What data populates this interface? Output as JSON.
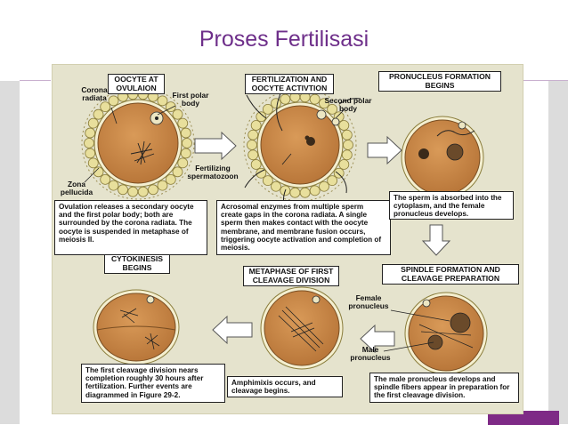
{
  "slide": {
    "title": "Proses Fertilisasi",
    "colors": {
      "title": "#6e2f8a",
      "panel": "#e5e3cd",
      "cell": "#c98a4a",
      "accent": "#7e2a86"
    }
  },
  "diagram": {
    "stages": [
      {
        "header": "OOCYTE AT OVULAION",
        "caption": "Ovulation releases a secondary oocyte and the first polar body; both are surrounded by the corona radiata. The oocyte is suspended in metaphase of meiosis II."
      },
      {
        "header": "FERTILIZATION AND OOCYTE ACTIVTION",
        "caption": "Acrosomal enzymes from multiple sperm create gaps in the corona radiata. A single sperm then makes contact with the oocyte membrane, and membrane fusion occurs, triggering oocyte activation and completion of meiosis."
      },
      {
        "header": "PRONUCLEUS FORMATION BEGINS",
        "caption": "The sperm is absorbed into the cytoplasm, and the female pronucleus develops."
      },
      {
        "header": "SPINDLE FORMATION AND CLEAVAGE PREPARATION",
        "caption": "The male pronucleus develops and spindle fibers appear in preparation for the first cleavage division."
      },
      {
        "header": "METAPHASE OF FIRST CLEAVAGE DIVISION",
        "caption": "Amphimixis occurs, and cleavage begins."
      },
      {
        "header": "CYTOKINESIS BEGINS",
        "caption": "The first cleavage division nears completion roughly 30 hours after fertilization. Further events are diagrammed in Figure 29-2."
      }
    ],
    "labels": {
      "corona_radiata": "Corona radiata",
      "first_polar_body": "First polar body",
      "zona_pellucida": "Zona pellucida",
      "fertilizing_spermatozoon": "Fertilizing spermatozoon",
      "second_polar_body": "Second polar body",
      "female_pronucleus": "Female pronucleus",
      "male_pronucleus": "Male pronucleus"
    }
  }
}
